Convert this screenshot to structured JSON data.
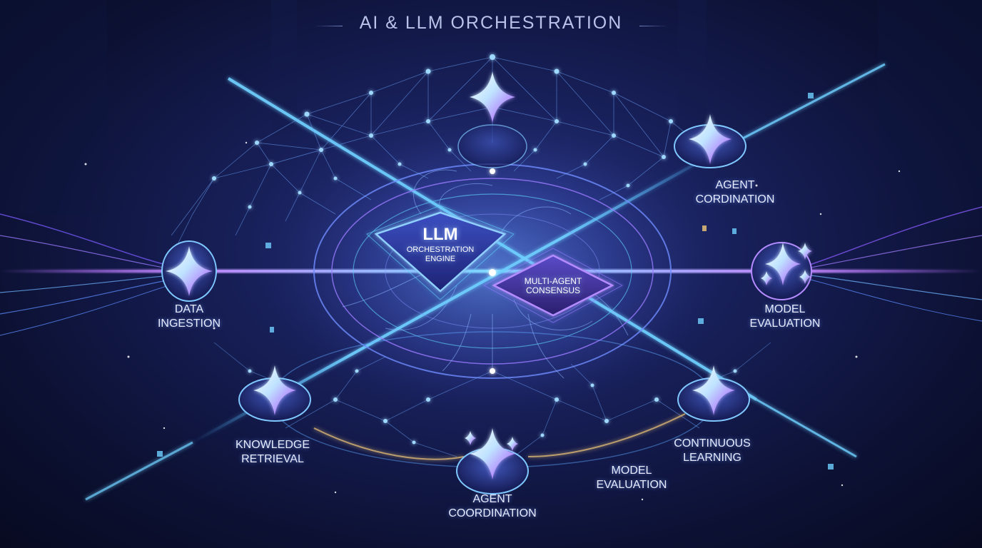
{
  "title": "AI & LLM ORCHESTRATION",
  "colors": {
    "background": "#0a0f2c",
    "cyan_glow": "#5fd3ff",
    "violet_glow": "#a57cff",
    "gold_accent": "#f3c97a"
  },
  "core": {
    "main_chip": {
      "title": "LLM",
      "subtitle_line1": "ORCHESTRATION",
      "subtitle_line2": "ENGINE"
    },
    "secondary_chip": {
      "line1": "MULTI-AGENT",
      "line2": "CONSENSUS"
    }
  },
  "nodes": {
    "data_ingestion": {
      "line1": "DATA",
      "line2": "INGESTION",
      "icon": "sparkle-icon"
    },
    "agent_cordination": {
      "line1": "AGENT",
      "line2": "CORDINATION",
      "icon": "sparkle-icon"
    },
    "model_evaluation_right": {
      "line1": "MODEL",
      "line2": "EVALUATION",
      "icon": "sparkle-cluster-icon"
    },
    "knowledge_retrieval": {
      "line1": "KNOWLEDGE",
      "line2": "RETRIEVAL",
      "icon": "sparkle-icon"
    },
    "agent_coordination_bottom": {
      "line1": "AGENT",
      "line2": "COORDINATION",
      "icon": "sparkle-icon"
    },
    "model_evaluation_bottom": {
      "line1": "MODEL",
      "line2": "EVALUATION"
    },
    "continuous_learning": {
      "line1": "CONTINUOUS",
      "line2": "LEARNING",
      "icon": "sparkle-icon"
    },
    "top_hub": {
      "icon": "sparkle-icon"
    }
  }
}
